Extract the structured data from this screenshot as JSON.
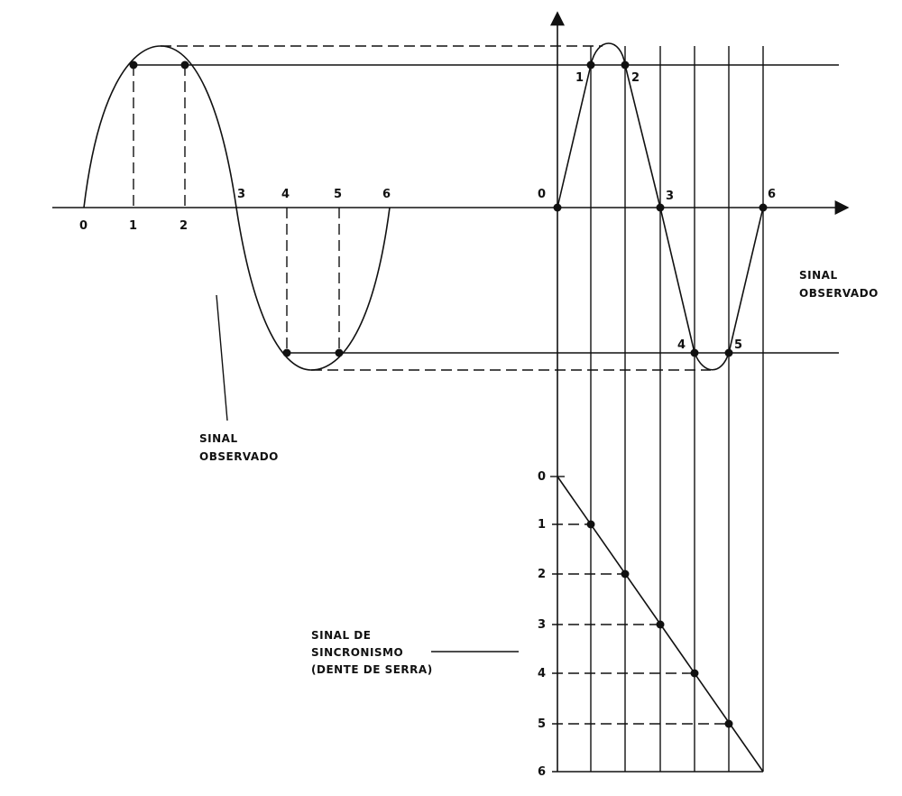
{
  "left_wave": {
    "axis_labels": [
      "0",
      "1",
      "2",
      "3",
      "4",
      "5",
      "6"
    ],
    "caption_line1": "SINAL",
    "caption_line2": "OBSERVADO"
  },
  "right_wave": {
    "origin_label": "0",
    "point_labels": [
      "1",
      "2",
      "3",
      "4",
      "5",
      "6"
    ],
    "caption_line1": "SINAL",
    "caption_line2": "OBSERVADO"
  },
  "sawtooth": {
    "level_labels": [
      "0",
      "1",
      "2",
      "3",
      "4",
      "5",
      "6"
    ],
    "caption_line1": "SINAL DE",
    "caption_line2": "SINCRONISMO",
    "caption_line3": "(DENTE DE SERRA)"
  },
  "colors": {
    "ink": "#111111",
    "paper": "#ffffff"
  }
}
